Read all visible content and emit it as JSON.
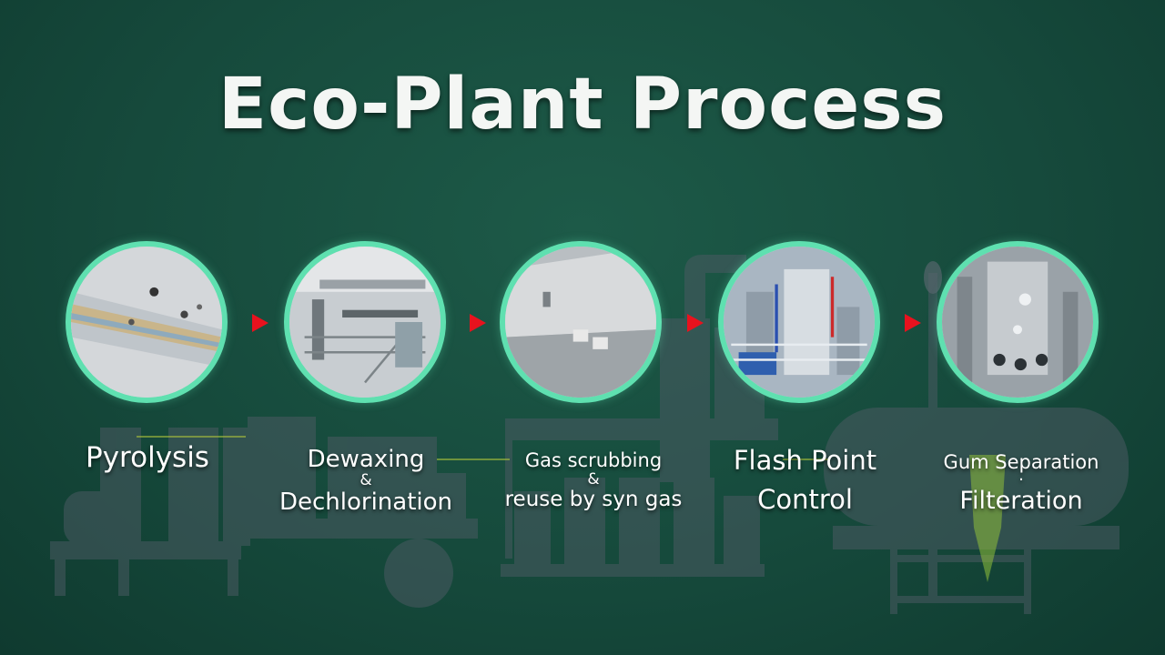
{
  "title": "Eco-Plant Process",
  "colors": {
    "ring": "#5fe0b0",
    "arrow": "#e8121e",
    "background": "#164a3c",
    "text": "#ffffff"
  },
  "steps": [
    {
      "lines": [
        "Pyrolysis"
      ]
    },
    {
      "lines": [
        "Dewaxing",
        "&",
        "Dechlorination"
      ]
    },
    {
      "lines": [
        "Gas scrubbing",
        "&",
        "reuse by syn gas"
      ]
    },
    {
      "lines": [
        "Flash Point",
        "Control"
      ]
    },
    {
      "lines": [
        "Gum Separation",
        "·",
        "Filteration"
      ]
    }
  ]
}
